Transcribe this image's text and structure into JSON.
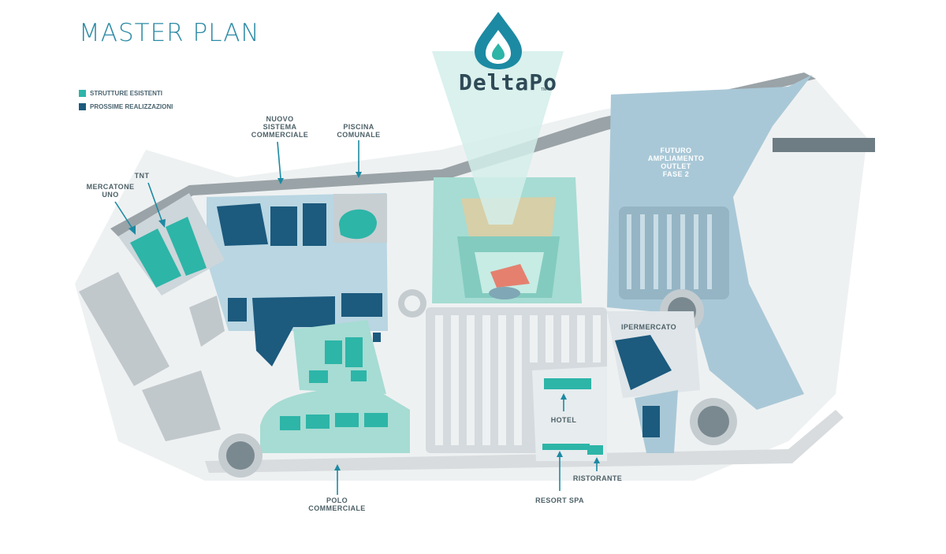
{
  "header": {
    "title": "MASTER PLAN"
  },
  "brand": {
    "name": "DeltaPo",
    "trademark": "TM"
  },
  "legend": {
    "items": [
      {
        "label": "STRUTTURE ESISTENTI",
        "color": "#2db5a8"
      },
      {
        "label": "PROSSIME REALIZZAZIONI",
        "color": "#1c5a7e"
      }
    ]
  },
  "labels": {
    "nuovo_sistema": "NUOVO\nSISTEMA\nCOMMERCIALE",
    "piscina": "PISCINA\nCOMUNALE",
    "tnt": "TNT",
    "mercatone": "MERCATONE\nUNO",
    "futuro": "FUTURO\nAMPLIAMENTO\nOUTLET\nFASE 2",
    "ipermercato": "IPERMERCATO",
    "hotel": "HOTEL",
    "ristorante": "RISTORANTE",
    "resort": "RESORT SPA",
    "polo": "POLO\nCOMMERCIALE"
  },
  "colors": {
    "existing": "#2db5a8",
    "planned": "#1c5a7e",
    "title": "#2e8ba6",
    "site": "#b9d6e2",
    "road": "#e6eaec"
  }
}
